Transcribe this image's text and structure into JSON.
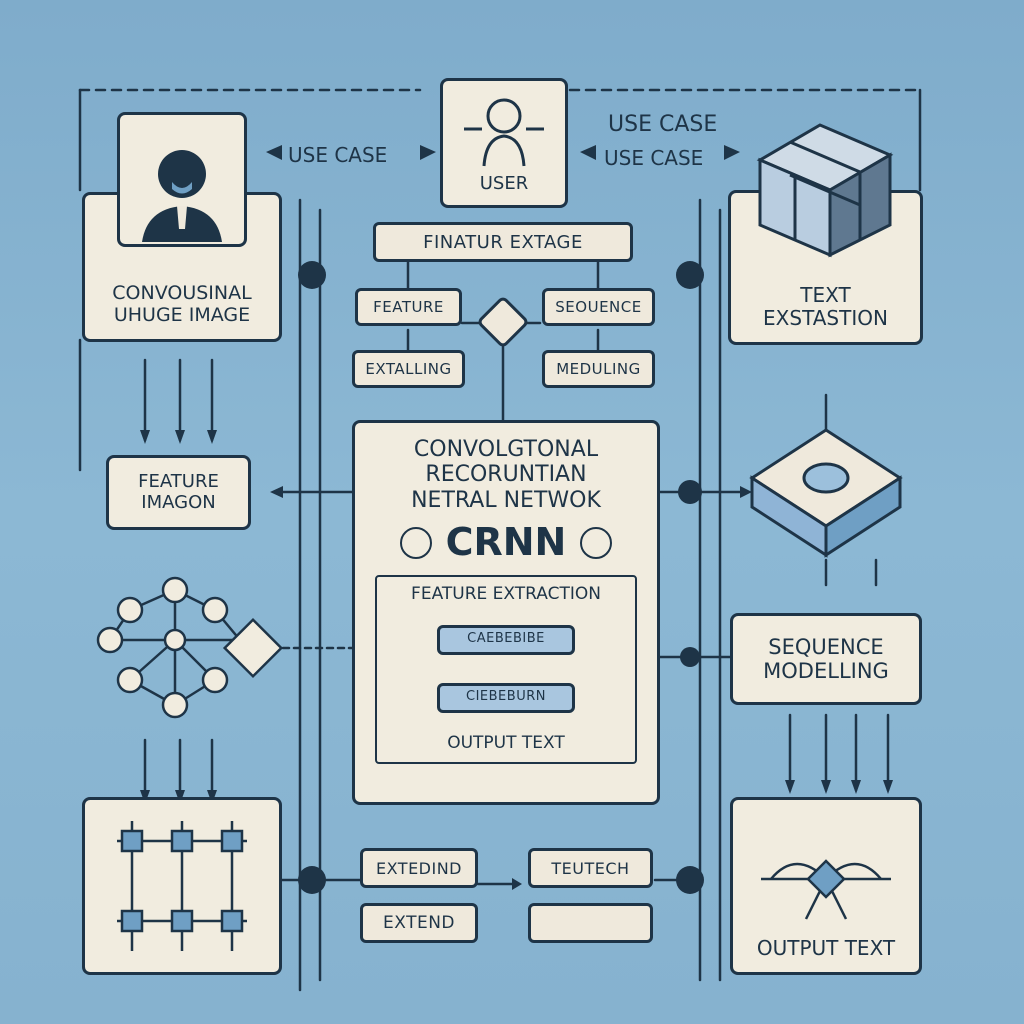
{
  "top": {
    "user_label": "USER",
    "use_case_left": "USE CASE",
    "use_case_right_top": "USE CASE",
    "use_case_right_bottom": "USE CASE"
  },
  "left": {
    "input_image_title": "CONVOUSINAL\nUHUGE IMAGE",
    "feature_box": "FEATURE\nIMAGON"
  },
  "center_top": {
    "header": "FINATUR EXTAGE",
    "feature": "FEATURE",
    "sequence": "SEOUENCE",
    "extalling": "EXTALLING",
    "meduling": "MEDULING"
  },
  "crnn": {
    "title_line1": "CONVOLGTONAL",
    "title_line2": "RECORUNTIAN",
    "title_line3": "NETRAL NETWOK",
    "acronym": "CRNN",
    "feature_extraction": "FEATURE EXTRACTION",
    "inner_box1": "CAEBEBIBE",
    "inner_box2": "CIEBEBURN",
    "output_text": "OUTPUT TEXT"
  },
  "right": {
    "text_extraction": "TEXT\nEXSTASTION",
    "sequence_modelling": "SEQUENCE\nMODELLING",
    "output_text": "OUTPUT TEXT"
  },
  "bottom_center": {
    "extending": "EXTEDIND",
    "extend": "EXTEND",
    "teutech": "TEUTECH"
  },
  "colors": {
    "background": "#86b2cf",
    "panel": "#f1ecdf",
    "ink": "#1e3447",
    "accent": "#6f9fc4"
  }
}
